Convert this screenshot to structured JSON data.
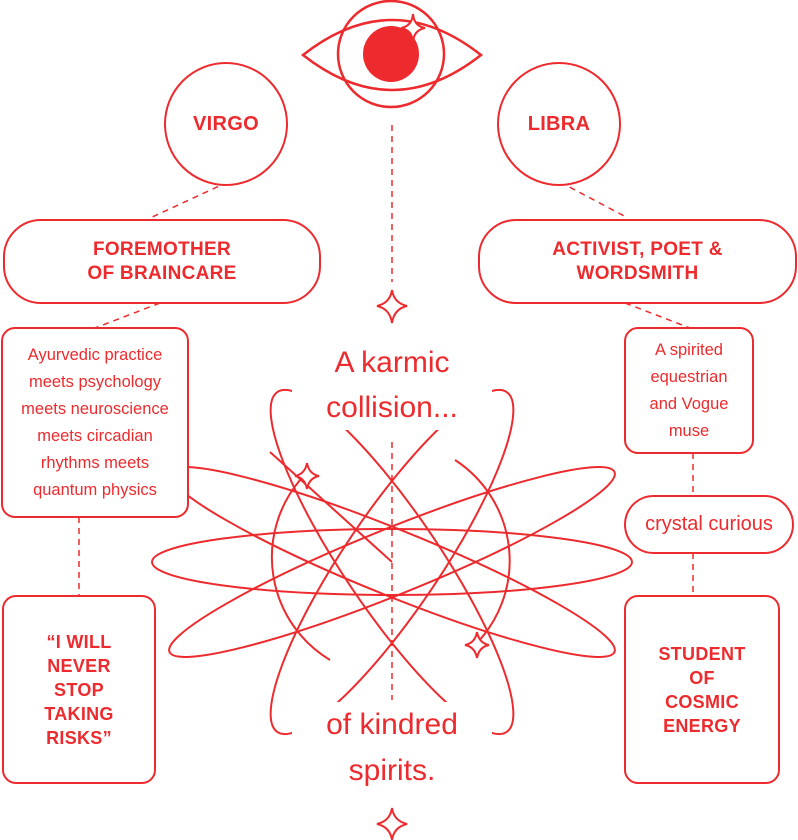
{
  "colors": {
    "accent": "#ed2a2d",
    "background": "#ffffff"
  },
  "icons": [
    "eye-icon",
    "sparkle-icon",
    "sparkle-icon",
    "flower-orbit-icon",
    "arrow-star-icon"
  ],
  "left": {
    "sign": "VIRGO",
    "title": "FOREMOTHER\nOF BRAINCARE",
    "description": "Ayurvedic practice\nmeets psychology\nmeets neuroscience\nmeets circadian\nrhythms meets\nquantum physics",
    "quote": "“I WILL\nNEVER\nSTOP\nTAKING\nRISKS”"
  },
  "right": {
    "sign": "LIBRA",
    "title": "ACTIVIST, POET &\nWORDSMITH",
    "description": "A spirited\nequestrian\nand Vogue\nmuse",
    "trait": "crystal curious",
    "tagline": "STUDENT\nOF\nCOSMIC\nENERGY"
  },
  "center": {
    "headline": "A karmic\ncollision...",
    "footer": "of kindred\nspirits."
  }
}
